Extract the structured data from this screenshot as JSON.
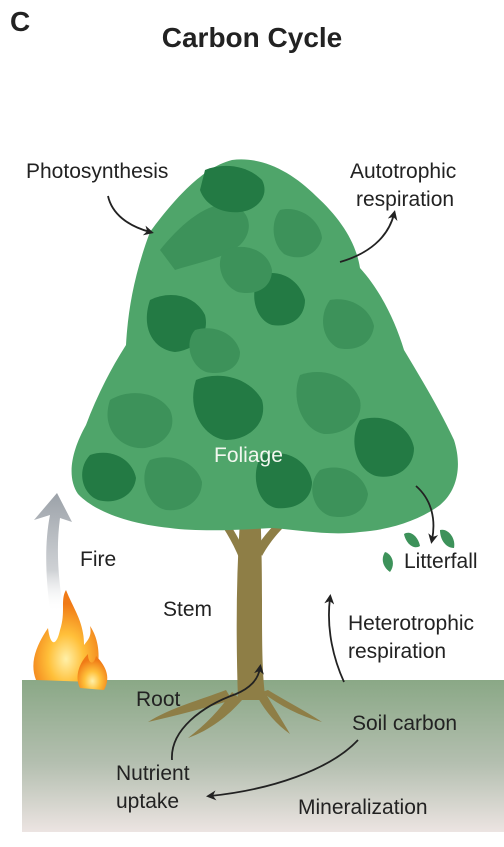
{
  "panel_letter": "C",
  "title": "Carbon Cycle",
  "labels": {
    "photosynthesis": "Photosynthesis",
    "autotrophic_1": "Autotrophic",
    "autotrophic_2": "respiration",
    "foliage": "Foliage",
    "fire": "Fire",
    "litterfall": "Litterfall",
    "stem": "Stem",
    "heterotrophic_1": "Heterotrophic",
    "heterotrophic_2": "respiration",
    "root": "Root",
    "soil_carbon": "Soil carbon",
    "nutrient_1": "Nutrient",
    "nutrient_2": "uptake",
    "mineralization": "Mineralization"
  },
  "colors": {
    "foliage_light": "#4fa56a",
    "foliage_mid": "#3d925a",
    "foliage_dark": "#237a44",
    "trunk": "#8e7e46",
    "ground_top": "#8aa886",
    "ground_bottom": "#e7dfdc",
    "fire_orange": "#f28a1c",
    "fire_yellow": "#ffd34d"
  }
}
